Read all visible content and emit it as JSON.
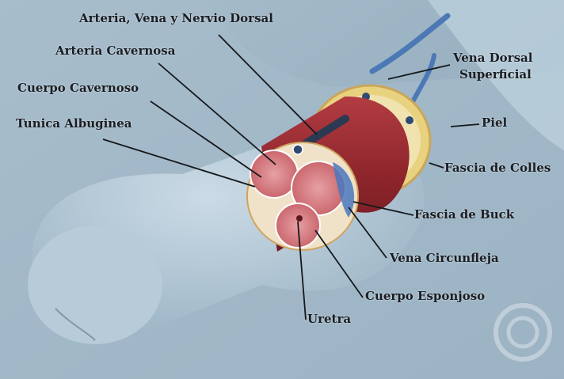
{
  "labels": {
    "arteria_vena_nervio": "Arteria, Vena y Nervio Dorsal",
    "arteria_cavernosa": "Arteria Cavernosa",
    "cuerpo_cavernoso": "Cuerpo Cavernoso",
    "tunica_albuginea": "Tunica Albuginea",
    "vena_dorsal_line1": "Vena Dorsal",
    "vena_dorsal_line2": "Superficial",
    "piel": "Piel",
    "fascia_colles": "Fascia de Colles",
    "fascia_buck": "Fascia de Buck",
    "vena_circunfleja": "Vena Circunfleja",
    "cuerpo_esponjoso": "Cuerpo Esponjoso",
    "uretra": "Uretra"
  },
  "colors": {
    "background": "#9fb6c6",
    "body": "#b4c9d7",
    "muscle": "#9c2f34",
    "tissue": "#d9868c",
    "skin_layer": "#e6c97a",
    "vein_blue": "#3f6fb2",
    "leader": "#15181c"
  }
}
